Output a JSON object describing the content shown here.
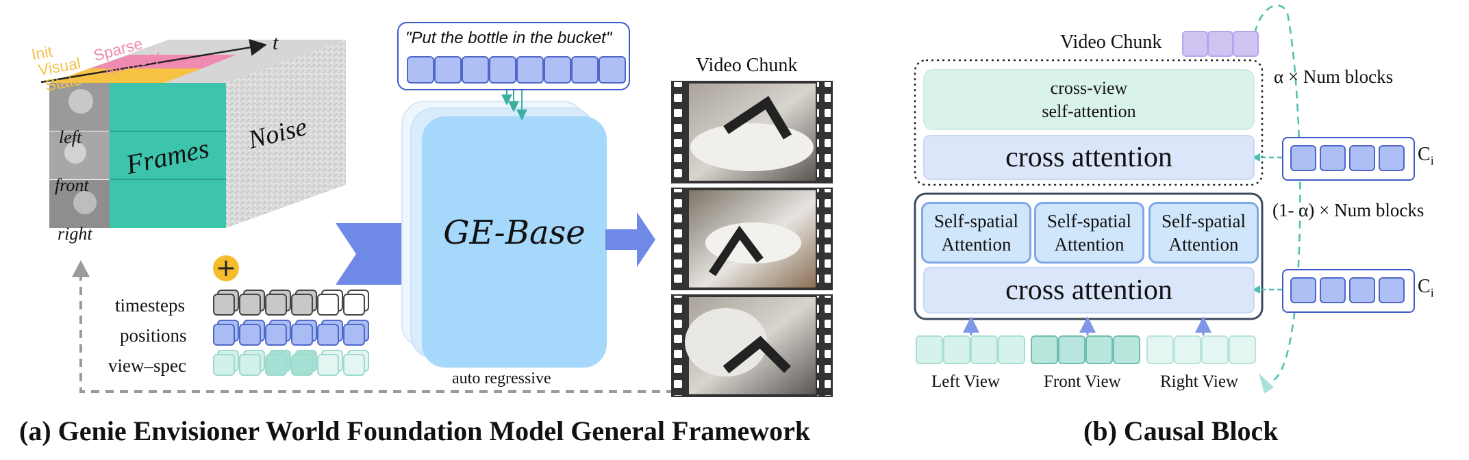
{
  "panel_a": {
    "caption": "(a) Genie Envisioner World Foundation Model General Framework",
    "axis_label": "t",
    "legend_init_visual_state": [
      "Init",
      "Visual",
      "State"
    ],
    "legend_sparse_memory": [
      "Sparse",
      "Memory"
    ],
    "view_labels": [
      "left",
      "front",
      "right"
    ],
    "frames_label": "Frames",
    "noise_label": "Noise",
    "plus_symbol": "+",
    "embedding_rows": [
      "timesteps",
      "positions",
      "view–spec"
    ],
    "prompt_text": "\"Put the bottle in the bucket\"",
    "model_label": "GE-Base",
    "loop_label": "auto regressive",
    "video_chunk_title": "Video Chunk",
    "colors": {
      "frames": "#3cc4ad",
      "model": "#a6d8fb",
      "arrow": "#6e8ae6",
      "init": "#f6c244",
      "memory": "#ef8ab0"
    }
  },
  "panel_b": {
    "caption": "(b) Causal  Block",
    "video_chunk_label": "Video Chunk",
    "alpha_label": "α × Num blocks",
    "one_minus_alpha_label": "(1- α) × Num blocks",
    "cross_view_lines": [
      "cross-view",
      "self-attention"
    ],
    "cross_attention_label": "cross attention",
    "self_spatial_lines": [
      "Self-spatial",
      "Attention"
    ],
    "condition_label": "C",
    "condition_sub": "i",
    "view_labels": [
      "Left View",
      "Front View",
      "Right View"
    ]
  }
}
